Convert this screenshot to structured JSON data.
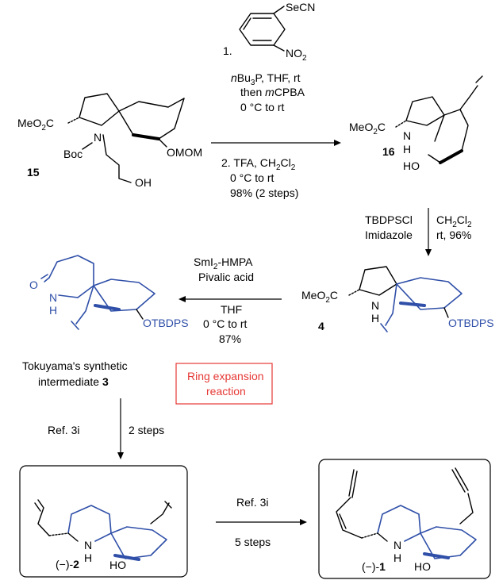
{
  "colors": {
    "blue": "#2f4fa8",
    "red": "#e53935",
    "black": "#000000"
  },
  "reagent_top": {
    "step1_label": "1.",
    "secn": "SeCN",
    "no2": "NO",
    "no2_sub": "2",
    "line1_italic": "n",
    "line1_rest": "Bu",
    "line1_sub": "3",
    "line1_tail": "P, THF, rt",
    "line2_pre": "then ",
    "line2_italic": "m",
    "line2_rest": "CPBA",
    "line3": "0 °C to rt",
    "step2_line1": "2. TFA, CH",
    "step2_sub1": "2",
    "step2_cl": "Cl",
    "step2_sub2": "2",
    "step2_line2": "0 °C to rt",
    "step2_line3": "98% (2 steps)"
  },
  "compound15": {
    "label": "15",
    "meo2c": "MeO",
    "meo2c_sub": "2",
    "meo2c_c": "C",
    "n": "N",
    "boc": "Boc",
    "omom": "OMOM",
    "oh": "OH"
  },
  "compound16": {
    "label": "16",
    "meo2c": "MeO",
    "meo2c_sub": "2",
    "meo2c_c": "C",
    "nh_n": "N",
    "nh_h": "H",
    "ho": "HO"
  },
  "reagent_right": {
    "left1": "TBDPSCl",
    "left2": "Imidazole",
    "right1": "CH",
    "right1_sub": "2",
    "right1_cl": "Cl",
    "right1_sub2": "2",
    "right2": "rt, 96%"
  },
  "compound4": {
    "label": "4",
    "meo2c": "MeO",
    "meo2c_sub": "2",
    "meo2c_c": "C",
    "nh_n": "N",
    "nh_h": "H",
    "otbdps": "OTBDPS"
  },
  "reagent_middle": {
    "line1_pre": "SmI",
    "line1_sub": "2",
    "line1_post": "-HMPA",
    "line2": "Pivalic acid",
    "line3": "THF",
    "line4": "0 °C to rt",
    "line5": "87%"
  },
  "compound3": {
    "o": "O",
    "nh_n": "N",
    "nh_h": "H",
    "otbdps": "OTBDPS",
    "caption1": "Tokuyama's synthetic",
    "caption2_pre": "intermediate ",
    "caption2_num": "3"
  },
  "ring_box": {
    "line1": "Ring expansion",
    "line2": "reaction"
  },
  "reagent_down": {
    "ref": "Ref. 3i",
    "steps": "2 steps"
  },
  "compound2": {
    "label_pre": "(−)-",
    "label_num": "2",
    "nh_n": "N",
    "nh_h": "H",
    "ho": "HO"
  },
  "reagent_bottom": {
    "ref": "Ref. 3i",
    "steps": "5 steps"
  },
  "compound1": {
    "label_pre": "(−)-",
    "label_num": "1",
    "nh_n": "N",
    "nh_h": "H",
    "ho": "HO"
  }
}
